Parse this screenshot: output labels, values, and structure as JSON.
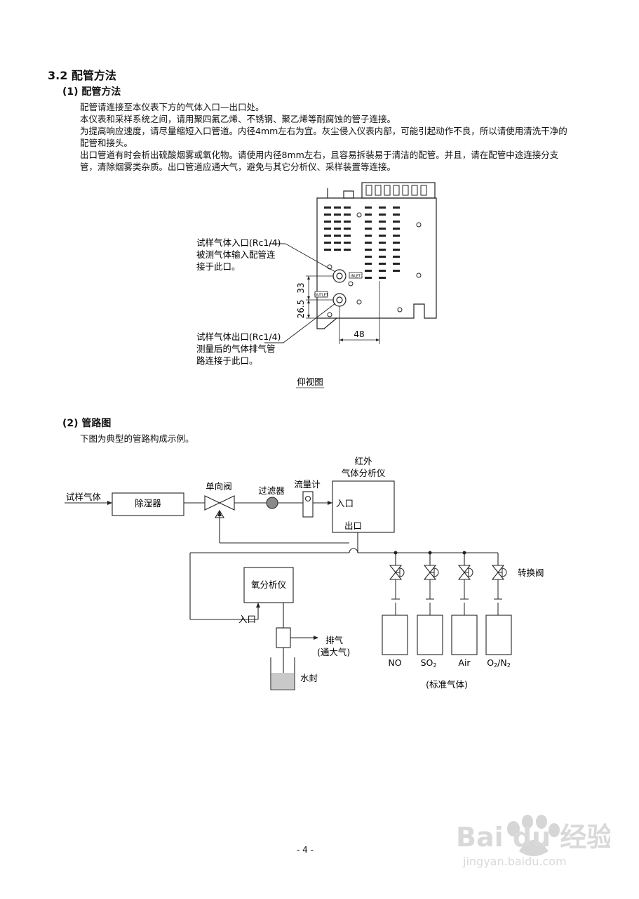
{
  "section": {
    "heading": "3.2  配管方法"
  },
  "sub1": {
    "heading": "(1) 配管方法",
    "paragraphs": [
      "配管请连接至本仪表下方的气体入口—出口处。",
      "本仪表和采样系统之间，请用聚四氟乙烯、不锈钢、聚乙烯等耐腐蚀的管子连接。",
      "为提高响应速度，请尽量缩短入口管道。内径4mm左右为宜。灰尘侵入仪表内部，可能引起动作不良，所以请使用清洗干净的配管和接头。",
      "出口管道有时会析出硫酸烟雾或氧化物。请使用内径8mm左右，且容易拆装易于清洁的配管。并且，请在配管中途连接分支管，清除烟雾类杂质。出口管道应通大气，避免与其它分析仪、采样装置等连接。"
    ],
    "figure": {
      "inlet_label": [
        "试样气体入口(Rc1/4)",
        "被测气体输入配管连",
        "接于此口。"
      ],
      "outlet_label": [
        "试样气体出口(Rc1/4)",
        "测量后的气体排气管",
        "路连接于此口。"
      ],
      "dim_33": "33",
      "dim_26_5": "26.5",
      "dim_48": "48",
      "tag_inlet": "INLET",
      "tag_outlet": "OUTLET",
      "caption": "仰视图"
    }
  },
  "sub2": {
    "heading": "(2) 管路图",
    "intro": "下图为典型的管路构成示例。",
    "diagram": {
      "sample_gas": "试样气体",
      "dehumidifier": "除湿器",
      "check_valve": "单向阀",
      "filter": "过滤器",
      "flowmeter": "流量计",
      "ir_analyzer": [
        "红外",
        "气体分析仪"
      ],
      "inlet": "入口",
      "outlet": "出口",
      "o2_analyzer": "氧分析仪",
      "o2_inlet": "入口",
      "exhaust": [
        "排气",
        "(通大气)"
      ],
      "water_seal": "水封",
      "switch_valve": "转换阀",
      "gases": [
        {
          "main": "NO",
          "sub": ""
        },
        {
          "main": "SO",
          "sub": "2"
        },
        {
          "main": "Air",
          "sub": ""
        },
        {
          "main": "O",
          "sub": "2",
          "rest": "/N",
          "sub2": "2"
        }
      ],
      "std_gas": "(标准气体)"
    }
  },
  "footer": {
    "page": "- 4 -"
  },
  "watermark": {
    "brand": "Bai du 经验",
    "url": "jingyan.baidu.com"
  }
}
